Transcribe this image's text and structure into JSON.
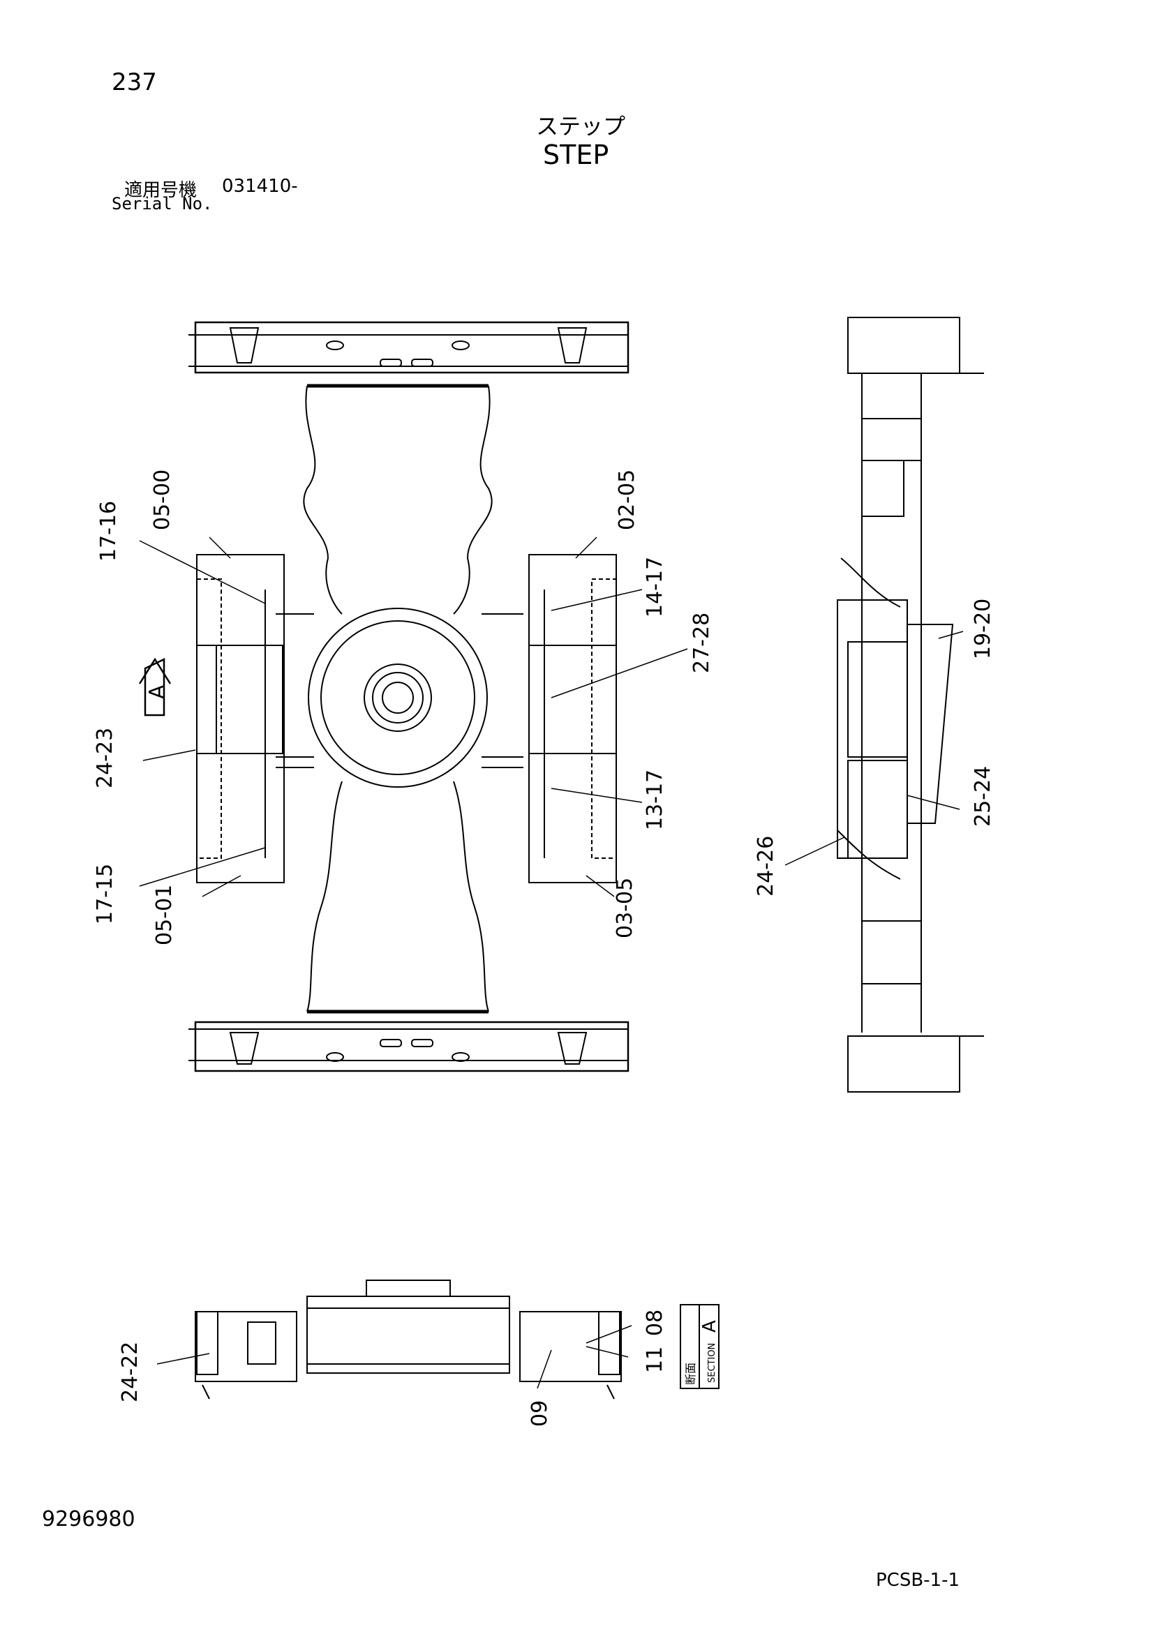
{
  "header": {
    "page_number": "237",
    "title_ja": "ステップ",
    "title_en": "STEP",
    "serial_label_ja": "適用号機",
    "serial_range": "031410-",
    "serial_label_en": "Serial No."
  },
  "callouts": {
    "c_05_00": "05-00",
    "c_17_16": "17-16",
    "c_02_05": "02-05",
    "c_14_17": "14-17",
    "c_27_28": "27-28",
    "c_19_20": "19-20",
    "c_24_23": "24-23",
    "c_13_17": "13-17",
    "c_25_24": "25-24",
    "c_24_26": "24-26",
    "c_17_15": "17-15",
    "c_05_01": "05-01",
    "c_03_05": "03-05",
    "c_24_22": "24-22",
    "c_09": "09",
    "c_08": "08",
    "c_11": "11"
  },
  "view_arrow_label": "A",
  "section": {
    "label_ja": "断面",
    "label_en": "SECTION",
    "letter": "A"
  },
  "footer": {
    "drawing_number": "9296980",
    "plate_code": "PCSB-1-1"
  }
}
